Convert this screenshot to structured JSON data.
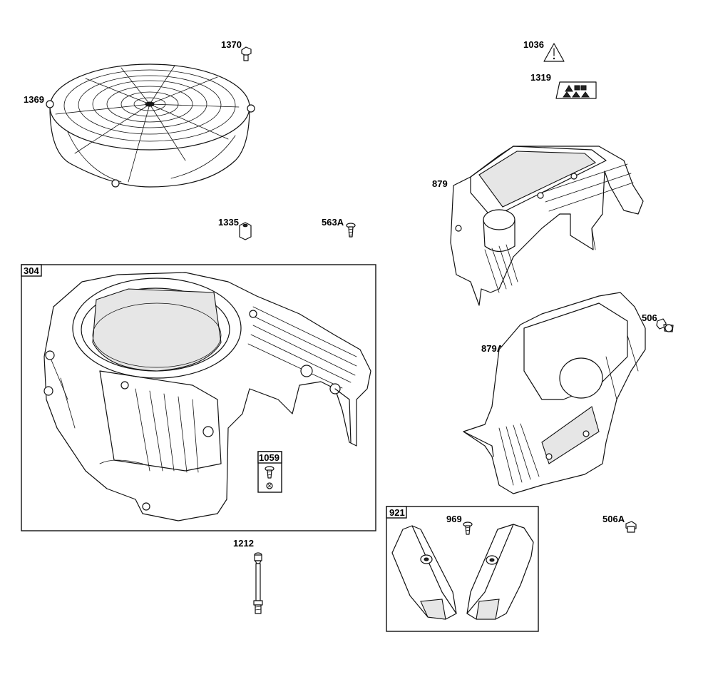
{
  "parts": {
    "p1370": "1370",
    "p1369": "1369",
    "p1036": "1036",
    "p1319": "1319",
    "p879": "879",
    "p1335": "1335",
    "p563A": "563A",
    "p304": "304",
    "p506": "506",
    "p879A": "879A",
    "p1059": "1059",
    "p921": "921",
    "p969": "969",
    "p506A": "506A",
    "p1212": "1212"
  }
}
